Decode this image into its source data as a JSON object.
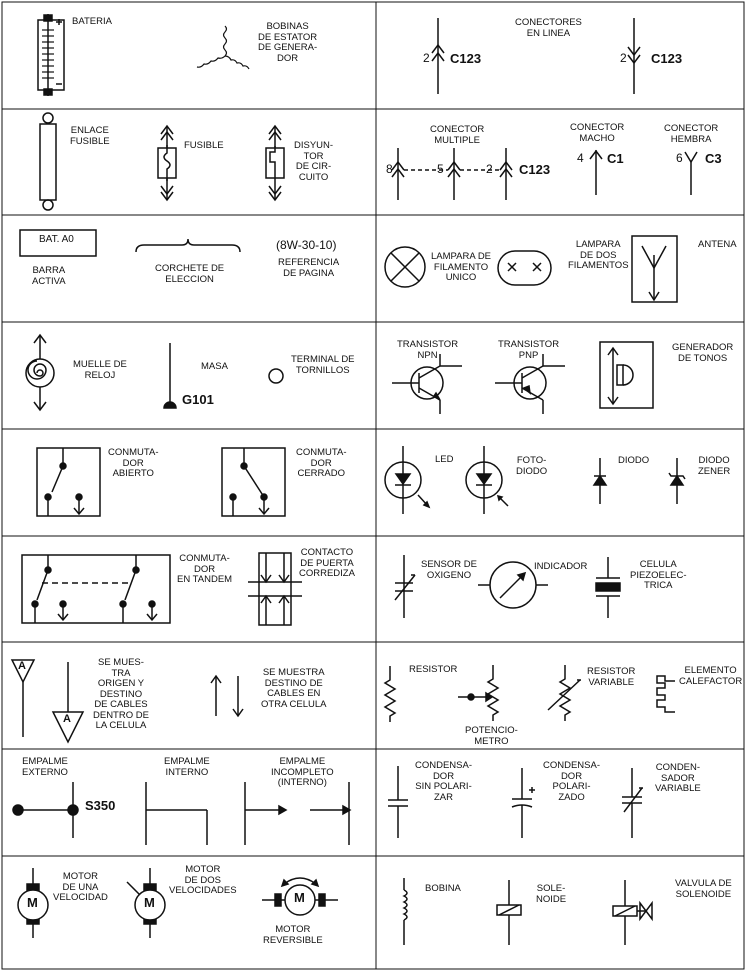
{
  "symbols": {
    "bateria": "BATERIA",
    "bobinas": "BOBINAS\nDE ESTATOR\nDE GENERA-\nDOR",
    "conectores_linea": "CONECTORES\nEN LINEA",
    "conectores_linea_num1": "2",
    "conectores_linea_ref1": "C123",
    "conectores_linea_num2": "2",
    "conectores_linea_ref2": "C123",
    "enlace_fusible": "ENLACE\nFUSIBLE",
    "fusible": "FUSIBLE",
    "disyuntor": "DISYUN-\nTOR\nDE CIR-\nCUITO",
    "conector_multiple": "CONECTOR\nMULTIPLE",
    "conector_multiple_n1": "8",
    "conector_multiple_n2": "5",
    "conector_multiple_n3": "2",
    "conector_multiple_ref": "C123",
    "conector_macho": "CONECTOR\nMACHO",
    "conector_macho_num": "4",
    "conector_macho_ref": "C1",
    "conector_hembra": "CONECTOR\nHEMBRA",
    "conector_hembra_num": "6",
    "conector_hembra_ref": "C3",
    "barra_box": "BAT. A0",
    "barra_activa": "BARRA\nACTIVA",
    "corchete": "CORCHETE DE\nELECCION",
    "referencia_code": "(8W-30-10)",
    "referencia": "REFERENCIA\nDE PAGINA",
    "lampara_unico": "LAMPARA DE\nFILAMENTO\nUNICO",
    "lampara_dos": "LAMPARA\nDE DOS\nFILAMENTOS",
    "antena": "ANTENA",
    "muelle": "MUELLE DE\nRELOJ",
    "masa": "MASA",
    "masa_ref": "G101",
    "terminal": "TERMINAL DE\nTORNILLOS",
    "npn": "TRANSISTOR\nNPN",
    "pnp": "TRANSISTOR\nPNP",
    "generador_tonos": "GENERADOR\nDE TONOS",
    "conm_abierto": "CONMUTA-\nDOR\nABIERTO",
    "conm_cerrado": "CONMUTA-\nDOR\nCERRADO",
    "led": "LED",
    "fotodiodo": "FOTO-\nDIODO",
    "diodo": "DIODO",
    "diodo_zener": "DIODO\nZENER",
    "conm_tandem": "CONMUTA-\nDOR\nEN TANDEM",
    "contacto_puerta": "CONTACTO\nDE PUERTA\nCORREDIZA",
    "sensor_oxigeno": "SENSOR DE\nOXIGENO",
    "indicador": "INDICADOR",
    "celula": "CELULA\nPIEZOELEC-\nTRICA",
    "tri_a1": "A",
    "tri_a2": "A",
    "origen_destino": "SE MUES-\nTRA\nORIGEN Y\nDESTINO\nDE CABLES\nDENTRO DE\nLA CELULA",
    "otra_celula": "SE MUESTRA\nDESTINO DE\nCABLES EN\nOTRA CELULA",
    "resistor": "RESISTOR",
    "potenciometro": "POTENCIO-\nMETRO",
    "resistor_variable": "RESISTOR\nVARIABLE",
    "elemento_calefactor": "ELEMENTO\nCALEFACTOR",
    "empalme_externo": "EMPALME\nEXTERNO",
    "empalme_ref": "S350",
    "empalme_interno": "EMPALME\nINTERNO",
    "empalme_incompleto": "EMPALME\nINCOMPLETO\n(INTERNO)",
    "cond_sin_pol": "CONDENSA-\nDOR\nSIN POLARI-\nZAR",
    "cond_pol": "CONDENSA-\nDOR\nPOLARI-\nZADO",
    "cond_var": "CONDEN-\nSADOR\nVARIABLE",
    "motor_m1": "M",
    "motor_m2": "M",
    "motor_m3": "M",
    "motor_una": "MOTOR\nDE UNA\nVELOCIDAD",
    "motor_dos": "MOTOR\nDE DOS\nVELOCIDADES",
    "motor_reversible": "MOTOR\nREVERSIBLE",
    "bobina": "BOBINA",
    "solenoide": "SOLE-\nNOIDE",
    "valvula": "VALVULA DE\nSOLENOIDE"
  }
}
